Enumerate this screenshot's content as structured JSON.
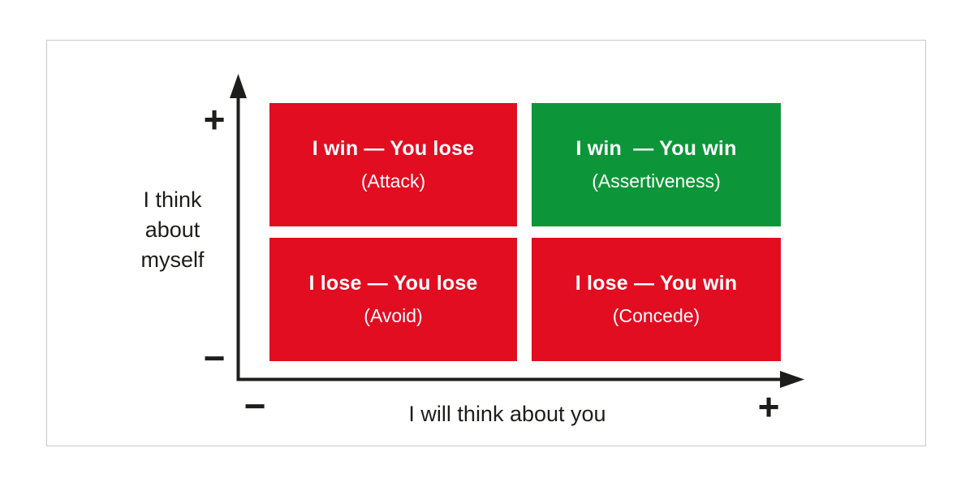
{
  "diagram": {
    "type": "two-by-two-matrix",
    "quadrants": {
      "top_left": {
        "line1": "I win — You lose",
        "line2": "(Attack)",
        "color": "#e20d20"
      },
      "top_right": {
        "line1": "I win  — You win",
        "line2": "(Assertiveness)",
        "color": "#0d9639"
      },
      "bottom_left": {
        "line1": "I lose — You lose",
        "line2": "(Avoid)",
        "color": "#e20d20"
      },
      "bottom_right": {
        "line1": "I lose — You win",
        "line2": "(Concede)",
        "color": "#e20d20"
      }
    },
    "y_axis": {
      "plus": "+",
      "minus": "−",
      "label_line1": "I think",
      "label_line2": "about",
      "label_line3": "myself"
    },
    "x_axis": {
      "minus": "−",
      "plus": "+",
      "label": "I will think about you"
    },
    "colors": {
      "red": "#e20d20",
      "green": "#0d9639",
      "axis": "#1d1d1b",
      "text_on_box": "#ffffff",
      "frame_border": "#c9c9c9",
      "background": "#ffffff"
    }
  }
}
